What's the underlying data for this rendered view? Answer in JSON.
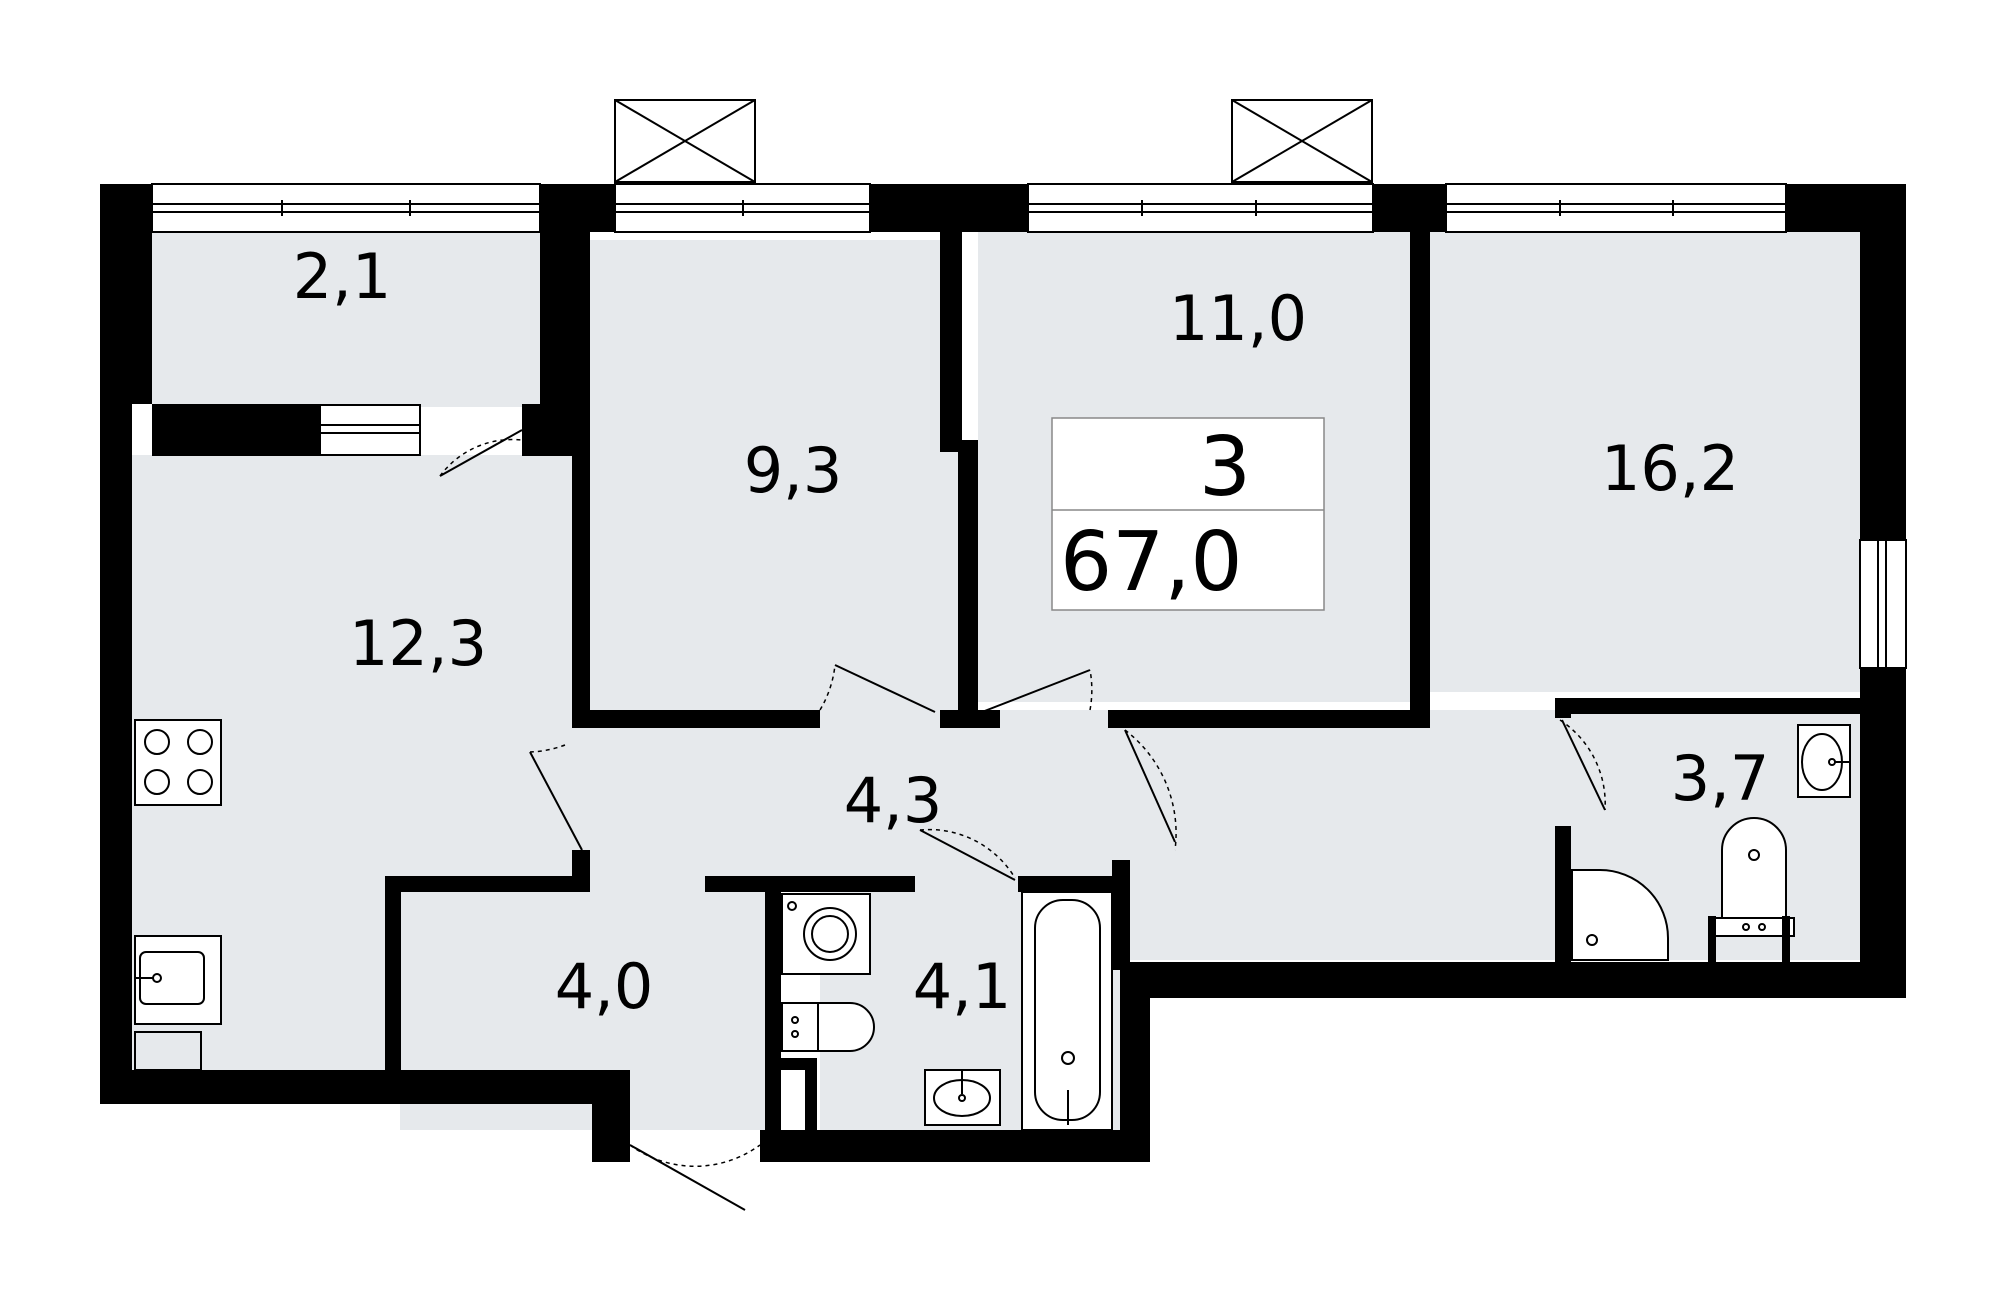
{
  "plan": {
    "rooms_count": "3",
    "total_area": "67,0",
    "rooms": [
      {
        "id": "balcony",
        "area": "2,1"
      },
      {
        "id": "bedroom-small",
        "area": "9,3"
      },
      {
        "id": "bedroom-middle",
        "area": "11,0"
      },
      {
        "id": "bedroom-large",
        "area": "16,2"
      },
      {
        "id": "kitchen",
        "area": "12,3"
      },
      {
        "id": "corridor",
        "area": "4,3"
      },
      {
        "id": "hallway",
        "area": "4,0"
      },
      {
        "id": "bathroom",
        "area": "4,1"
      },
      {
        "id": "shower-room",
        "area": "3,7"
      }
    ]
  }
}
